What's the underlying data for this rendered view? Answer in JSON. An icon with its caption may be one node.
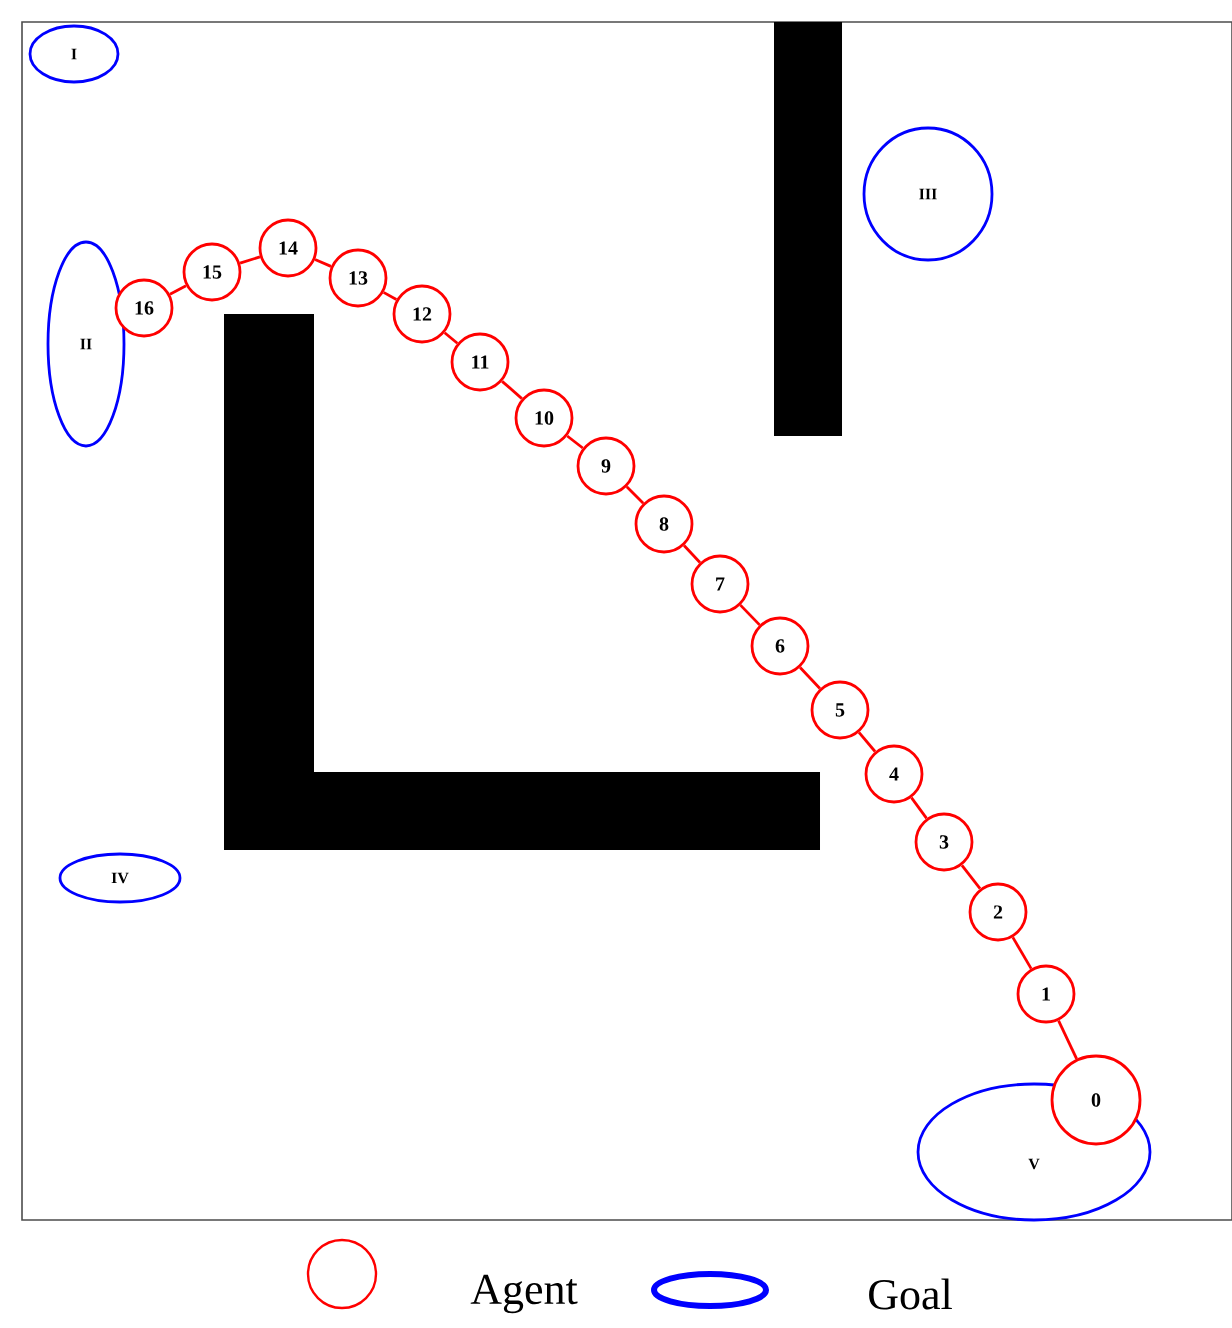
{
  "diagram": {
    "nodes": [
      {
        "text": [
          "0"
        ]
      },
      {
        "text": [
          "1"
        ]
      },
      {
        "text": [
          "2"
        ]
      },
      {
        "text": [
          "3"
        ]
      },
      {
        "text": [
          "4"
        ]
      },
      {
        "text": [
          "5"
        ]
      },
      {
        "text": [
          "6"
        ]
      },
      {
        "text": [
          "7"
        ]
      },
      {
        "text": [
          "8"
        ]
      },
      {
        "text": [
          "9"
        ]
      },
      {
        "text": [
          "10"
        ]
      },
      {
        "text": [
          "11"
        ]
      },
      {
        "text": [
          "12"
        ]
      },
      {
        "text": [
          "13"
        ]
      },
      {
        "text": [
          "14"
        ]
      },
      {
        "text": [
          "15"
        ]
      },
      {
        "text": [
          "16"
        ]
      },
      {
        "text": [
          "I"
        ]
      },
      {
        "text": [
          "III"
        ]
      },
      {
        "text": [
          "II"
        ]
      },
      {
        "text": [
          "IV"
        ]
      },
      {
        "text": [
          "V"
        ]
      }
    ],
    "edges": [
      {
        "from": 0,
        "to": 1,
        "arrow": "none"
      },
      {
        "from": 1,
        "to": 2,
        "arrow": "none"
      },
      {
        "from": 2,
        "to": 3,
        "arrow": "none"
      },
      {
        "from": 3,
        "to": 4,
        "arrow": "none"
      },
      {
        "from": 4,
        "to": 5,
        "arrow": "none"
      },
      {
        "from": 5,
        "to": 6,
        "arrow": "none"
      },
      {
        "from": 6,
        "to": 7,
        "arrow": "none"
      },
      {
        "from": 7,
        "to": 8,
        "arrow": "none"
      },
      {
        "from": 8,
        "to": 9,
        "arrow": "none"
      },
      {
        "from": 9,
        "to": 10,
        "arrow": "none"
      },
      {
        "from": 10,
        "to": 11,
        "arrow": "none"
      },
      {
        "from": 11,
        "to": 12,
        "arrow": "none"
      },
      {
        "from": 12,
        "to": 13,
        "arrow": "none"
      },
      {
        "from": 13,
        "to": 14,
        "arrow": "none"
      },
      {
        "from": 14,
        "to": 15,
        "arrow": "none"
      },
      {
        "from": 15,
        "to": 16,
        "arrow": "none"
      }
    ],
    "legend": [
      {
        "text": "Agent"
      },
      {
        "text": "Goal"
      }
    ]
  }
}
